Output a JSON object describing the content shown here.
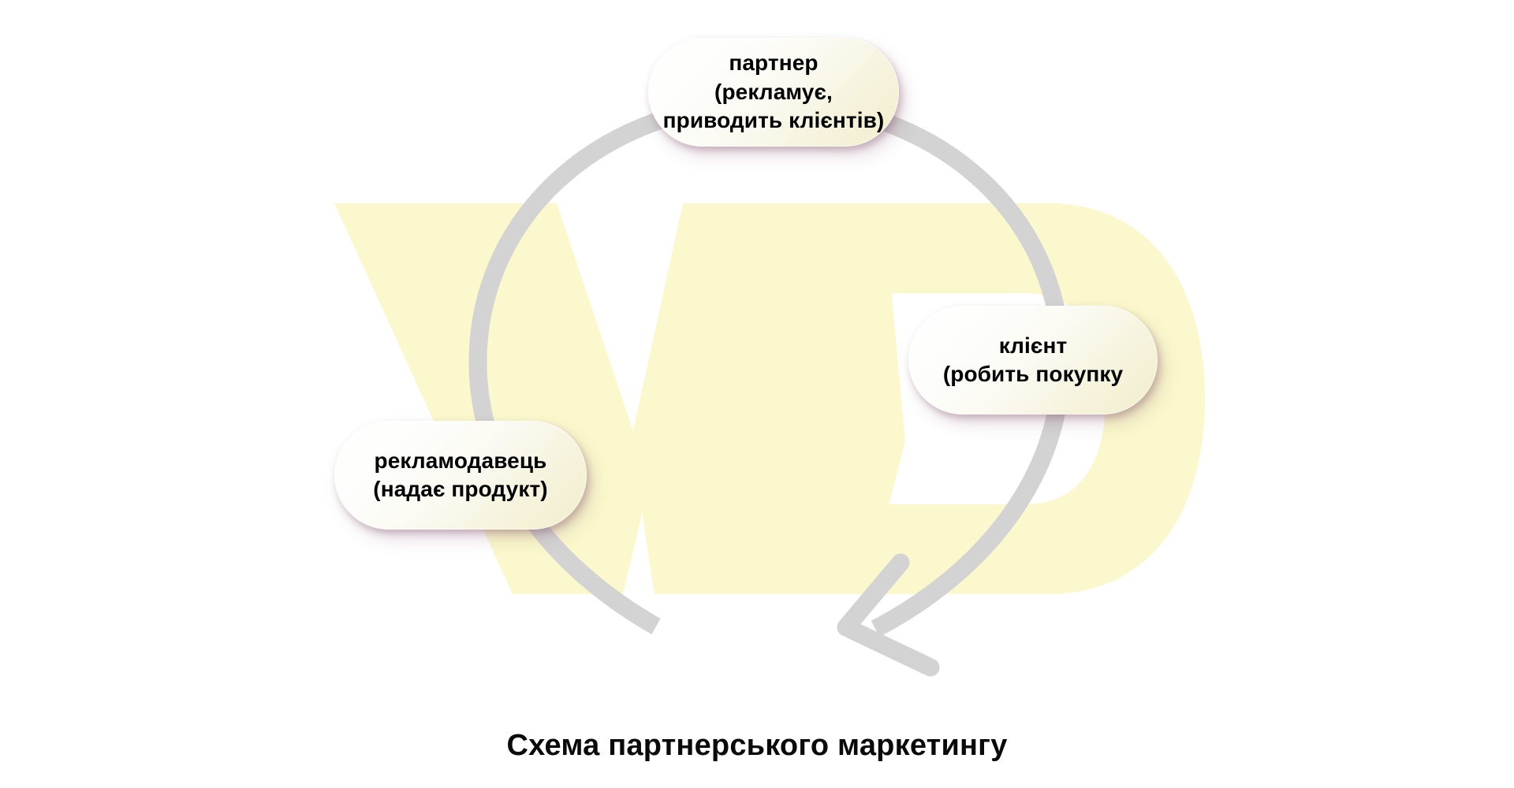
{
  "diagram": {
    "caption": "Схема партнерського маркетингу",
    "background_color": "#ffffff",
    "arrow_color": "#d3d3d3",
    "watermark_color": "#faf8cc",
    "node_text_color": "#000000",
    "node_shadow_color": "#7a4664",
    "watermark_letters": "WD",
    "flow_direction": "clockwise",
    "nodes": [
      {
        "id": "partner",
        "label": "партнер\n(рекламує,\nприводить клієнтів)",
        "role": "партнер",
        "action": "(рекламує, приводить клієнтів)",
        "position": "top"
      },
      {
        "id": "client",
        "label": "клієнт\n(робить покупку",
        "role": "клієнт",
        "action": "(робить покупку",
        "position": "right"
      },
      {
        "id": "advertiser",
        "label": "рекламодавець\n(надає продукт)",
        "role": "рекламодавець",
        "action": "(надає продукт)",
        "position": "left"
      }
    ],
    "connector": {
      "name": "cycle-arrow",
      "type": "arc-arrow",
      "head_shape": "chevron",
      "head_direction": "down-left"
    }
  }
}
